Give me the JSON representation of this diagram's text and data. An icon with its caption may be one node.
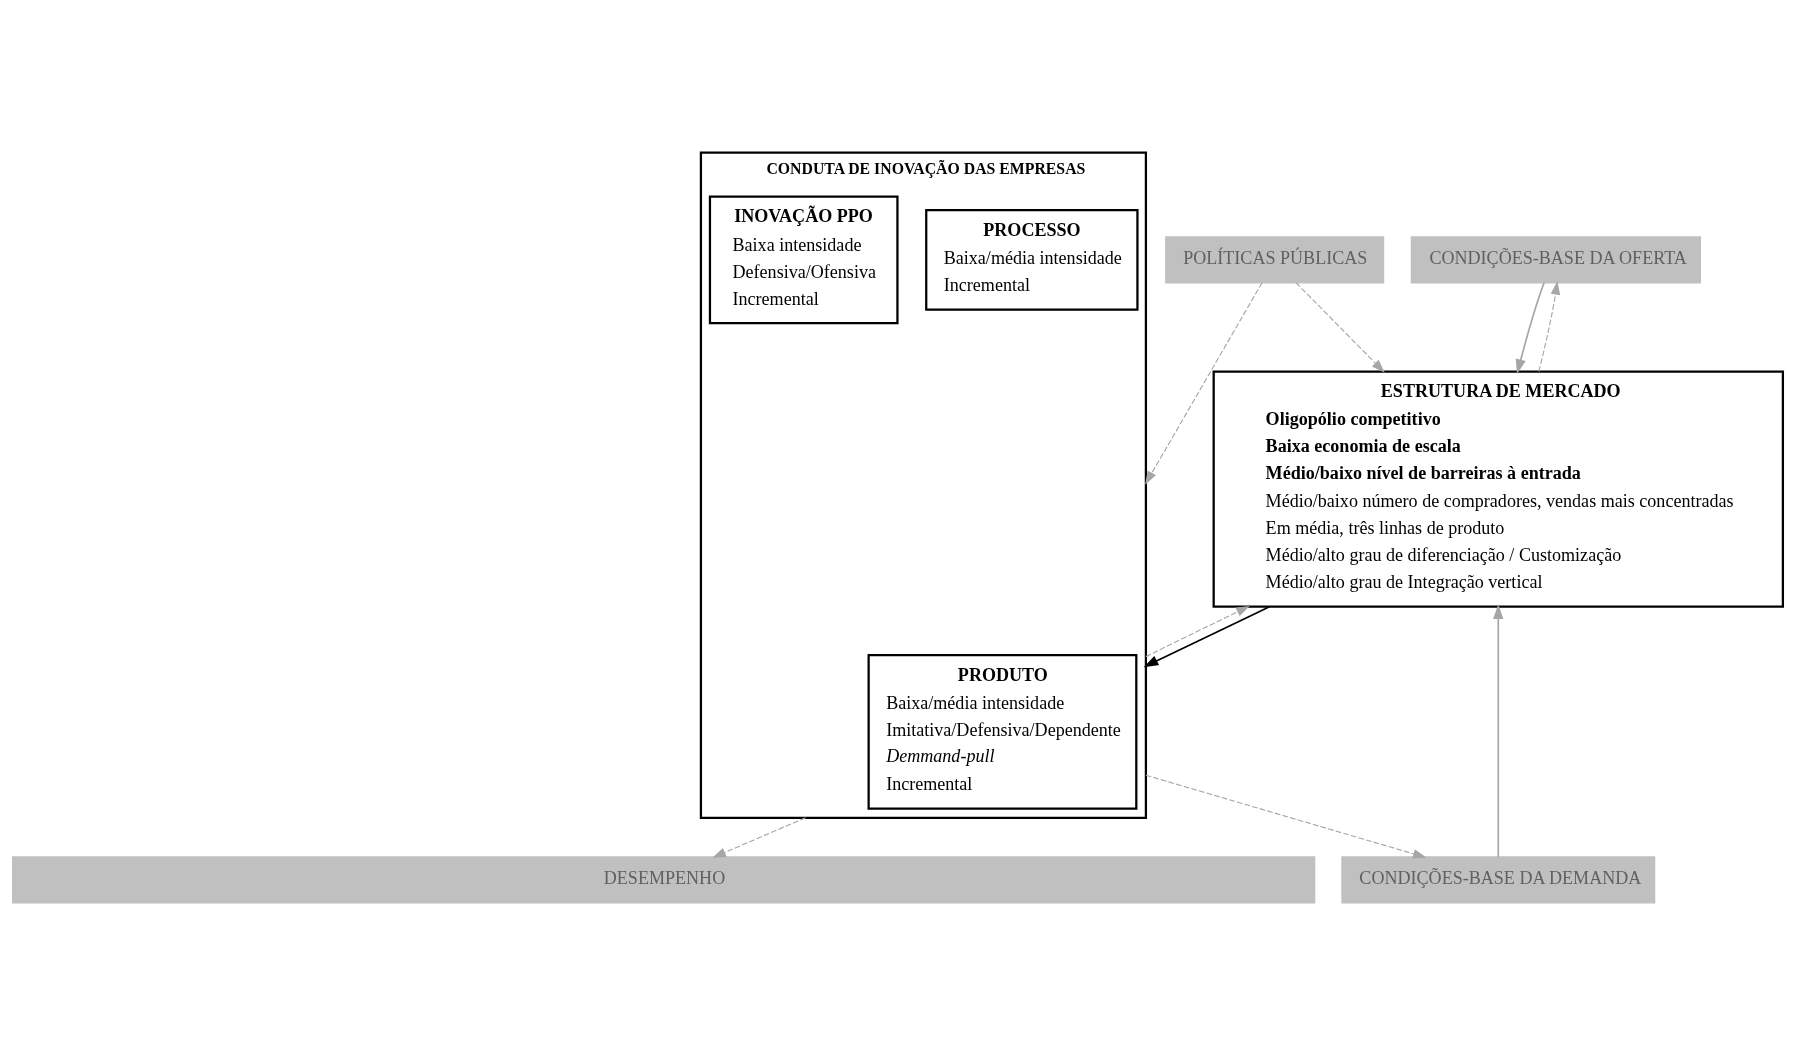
{
  "diagram": {
    "nodes": [
      {
        "text": [
          "CONDIÇÕES-BASE DA OFERTA"
        ]
      },
      {
        "text": [
          "CONDIÇÕES-BASE DA DEMANDA"
        ]
      },
      {
        "text": [
          "ESTRUTURA DE MERCADO",
          "Oligopólio competitivo",
          "Baixa economia de escala",
          "Médio/baixo nível de barreiras à entrada",
          "Médio/baixo número de compradores, vendas mais concentradas",
          "Em média, três linhas de produto",
          "Médio/alto grau de diferenciação / Customização",
          "Médio/alto grau de Integração vertical"
        ]
      },
      {
        "text": [
          "CONDUTA DE INOVAÇÃO DAS EMPRESAS"
        ]
      },
      {
        "text": [
          "PROCESSO",
          "Baixa/média intensidade",
          "Incremental"
        ],
        "in": 3
      },
      {
        "text": [
          "PRODUTO",
          "Baixa/média intensidade",
          "Imitativa/Defensiva/Dependente",
          "Demmand-pull",
          "Incremental"
        ],
        "in": 3
      },
      {
        "text": [
          "INOVAÇÃO PPO",
          "Baixa intensidade",
          "Defensiva/Ofensiva",
          "Incremental"
        ],
        "in": 3
      },
      {
        "text": [
          "POLÍTICAS PÚBLICAS"
        ]
      },
      {
        "text": [
          "DESEMPENHO"
        ]
      }
    ],
    "edges": [
      {
        "from": 0,
        "to": 2,
        "arrow": "to"
      },
      {
        "from": 2,
        "to": 0,
        "arrow": "to",
        "style": "dashed"
      },
      {
        "from": 1,
        "to": 2,
        "arrow": "to"
      },
      {
        "from": 2,
        "to": 3,
        "arrow": "to",
        "color": "#000000"
      },
      {
        "from": 3,
        "to": 2,
        "arrow": "to",
        "style": "dashed"
      },
      {
        "from": 3,
        "to": 1,
        "arrow": "to",
        "style": "dashed"
      },
      {
        "from": 7,
        "to": 2,
        "arrow": "to",
        "style": "dashed"
      },
      {
        "from": 7,
        "to": 3,
        "arrow": "to",
        "style": "dashed"
      },
      {
        "from": 3,
        "to": 8,
        "arrow": "to",
        "style": "dashed"
      }
    ]
  }
}
